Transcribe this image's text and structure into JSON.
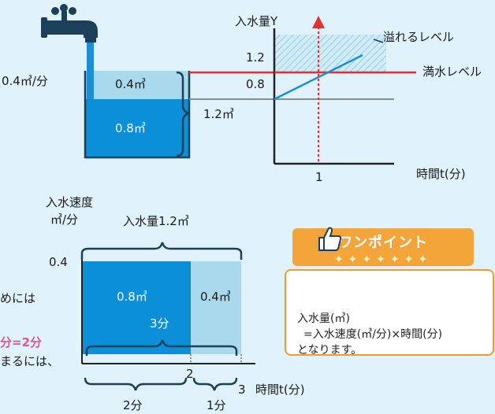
{
  "top_diagram": {
    "rate_label": "0.4㎥/分",
    "upper_volume": "0.4㎥",
    "lower_volume": "0.8㎥",
    "brace_total": "1.2㎥"
  },
  "top_chart": {
    "y_axis_label": "入水量Y",
    "x_axis_label": "時間t(分)",
    "tick_y_upper": "1.2",
    "tick_y_lower": "0.8",
    "tick_x": "1",
    "overflow_label": "溢れるレベル",
    "full_label": "満水レベル"
  },
  "bottom_chart": {
    "y_axis_label_1": "入水速度",
    "y_axis_label_2": "㎥/分",
    "total_label": "入水量1.2㎥",
    "y_tick": "0.4",
    "left_block": "0.8㎥",
    "right_block": "0.4㎥",
    "minutes_inside": "3分",
    "x_tick_2": "2",
    "x_tick_3": "3",
    "x_axis_label": "時間t(分)",
    "brace_left": "2分",
    "brace_right": "1分"
  },
  "left_cut_text": {
    "line1": "めには",
    "line2": "分=2分",
    "line3": "まるには、"
  },
  "one_point": {
    "title": "ワンポイント",
    "stars": "✦✦✦✦✦✦✦",
    "line1": "入水量(㎥)",
    "line2": "=入水速度(㎥/分)×時間(分)",
    "line3": "となります。"
  },
  "colors": {
    "water_dark": "#0a8fd8",
    "water_light": "#a9d9ec",
    "red_line": "#e53030",
    "blue_line": "#1a8fd6",
    "orange": "#f29a2e"
  }
}
